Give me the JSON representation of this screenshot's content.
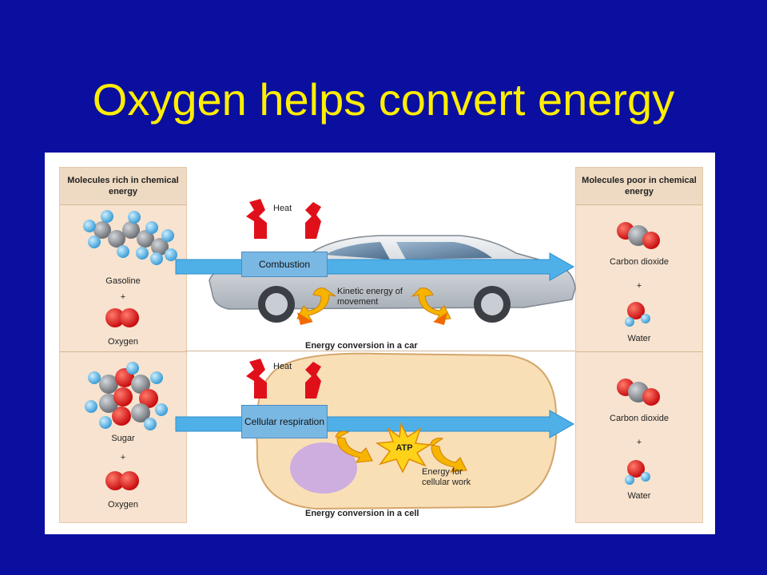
{
  "slide": {
    "title": "Oxygen helps convert energy"
  },
  "left_column": {
    "header": "Molecules rich in chemical energy",
    "car_row": {
      "fuel": "Gasoline",
      "plus": "+",
      "oxidant": "Oxygen"
    },
    "cell_row": {
      "fuel": "Sugar",
      "plus": "+",
      "oxidant": "Oxygen"
    }
  },
  "right_column": {
    "header": "Molecules poor in chemical energy",
    "car_row": {
      "product1": "Carbon dioxide",
      "plus": "+",
      "product2": "Water"
    },
    "cell_row": {
      "product1": "Carbon dioxide",
      "plus": "+",
      "product2": "Water"
    }
  },
  "car_row": {
    "heat": "Heat",
    "process": "Combustion",
    "energy_label": "Kinetic energy of movement",
    "caption": "Energy conversion in a car"
  },
  "cell_row": {
    "heat": "Heat",
    "process": "Cellular respiration",
    "atp": "ATP",
    "energy_label": "Energy for cellular work",
    "caption": "Energy conversion in a cell"
  },
  "colors": {
    "background": "#0b0fa0",
    "title": "#ffee00",
    "column_fill": "#f7e3cf",
    "arrow": "#4fb0e8",
    "heat_arrow": "#e0101a",
    "energy_arrow": "#f6b400",
    "oxygen_atom": "#e0161a",
    "carbon_atom": "#8a8f96",
    "hydrogen_atom": "#7cc6ee",
    "cell": "#f9dfb6",
    "nucleus": "#cdaede"
  }
}
